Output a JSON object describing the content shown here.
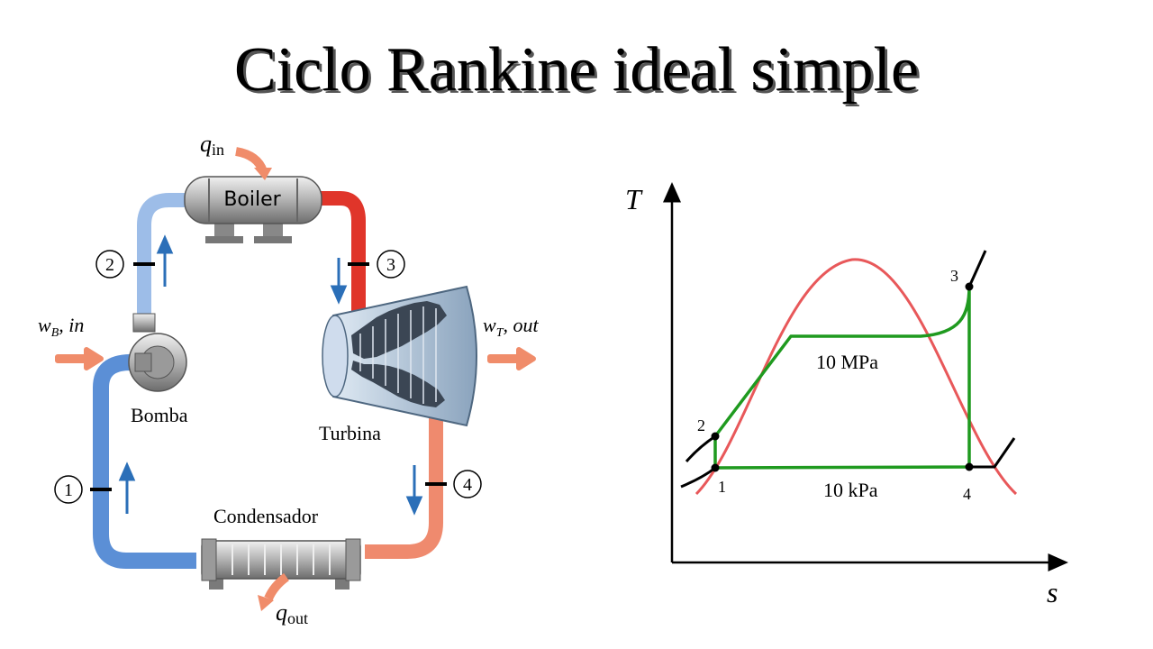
{
  "title": "Ciclo Rankine ideal simple",
  "cycle_diagram": {
    "components": {
      "boiler": "Boiler",
      "pump": "Bomba",
      "turbine": "Turbina",
      "condenser": "Condensador"
    },
    "heat_in": {
      "symbol": "q",
      "sub": "in"
    },
    "heat_out": {
      "symbol": "q",
      "sub": "out"
    },
    "work_pump": {
      "symbol": "w",
      "sub": "B",
      "suffix": ", in"
    },
    "work_turbine": {
      "symbol": "w",
      "sub": "T",
      "suffix": ", out"
    },
    "state_points": [
      "1",
      "2",
      "3",
      "4"
    ],
    "colors": {
      "cold": "#5b8fd6",
      "hot": "#e0352a",
      "warm": "#ef8a6e",
      "arrow": "#2b6fb8",
      "heat": "#f08c6a"
    }
  },
  "ts_diagram": {
    "y_axis": "T",
    "x_axis": "s",
    "high_pressure": "10 MPa",
    "low_pressure": "10 kPa",
    "points": [
      "1",
      "2",
      "3",
      "4"
    ],
    "colors": {
      "dome": "#e8585a",
      "cycle": "#1f9a1f",
      "isobar": "#000000"
    }
  }
}
